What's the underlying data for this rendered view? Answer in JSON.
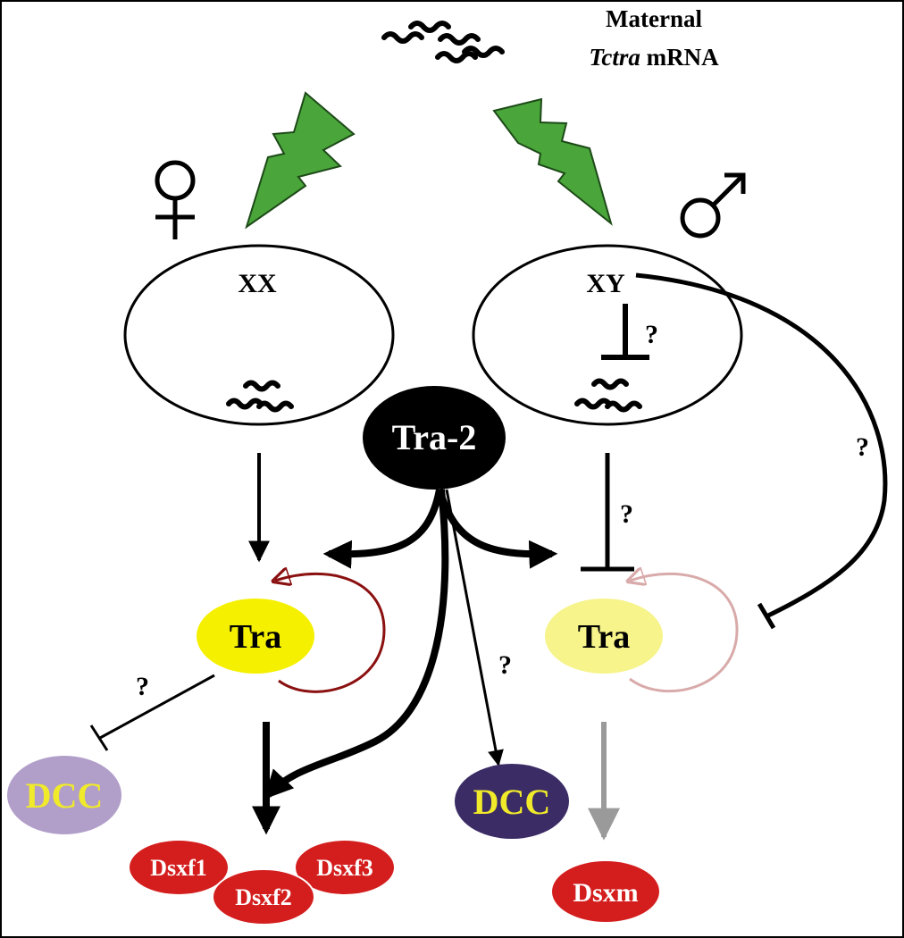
{
  "maternal": {
    "line1": "Maternal",
    "line2_italic": "Tctra",
    "line2_rest": " mRNA"
  },
  "symbols": {
    "female": "female-symbol",
    "male": "male-symbol"
  },
  "cells": {
    "left_label": "XX",
    "right_label": "XY"
  },
  "central_factor": "Tra-2",
  "tra_labels": {
    "left": "Tra",
    "right": "Tra"
  },
  "question_mark": "?",
  "dcc": {
    "left": "DCC",
    "right": "DCC"
  },
  "dsx": {
    "f1": "Dsxf1",
    "f2": "Dsxf2",
    "f3": "Dsxf3",
    "m": "Dsxm"
  },
  "colors": {
    "tra_female": "#f5f000",
    "tra_male": "#f6f48a",
    "dcc_left": "#b19ec9",
    "dcc_right": "#3b2c66",
    "dcc_text": "#f0ea2a",
    "dsx": "#d41e1e",
    "lightning": "#4aa63a",
    "loop_female": "#8b1010",
    "loop_male": "#d9aaaa",
    "arrow_grey": "#9a9a9a"
  }
}
